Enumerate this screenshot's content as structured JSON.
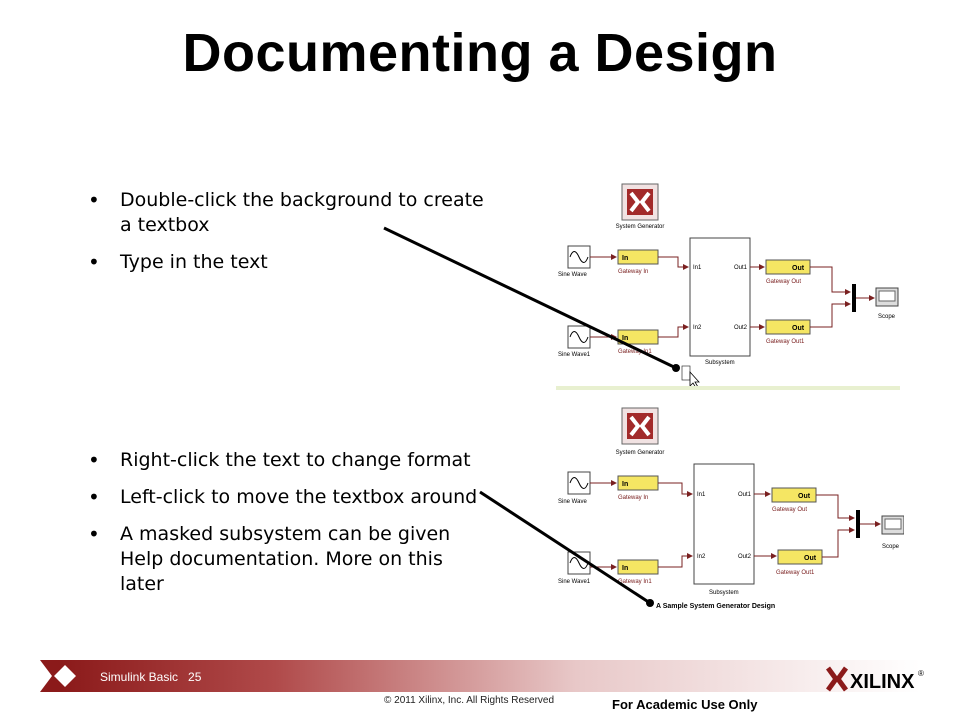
{
  "slide": {
    "title": "Documenting a Design",
    "bullets_top": [
      "Double-click the background to create a textbox",
      "Type in the text"
    ],
    "bullets_bottom": [
      "Right-click the text to change format",
      "Left-click to move the textbox around",
      "A masked subsystem can be given Help documentation. More on this later"
    ]
  },
  "diagram": {
    "system_generator": "System Generator",
    "sine_wave": "Sine Wave",
    "sine_wave1": "Sine Wave1",
    "gateway_in": "Gateway In",
    "gateway_in1": "Gateway In1",
    "in_block": "In",
    "out_block": "Out",
    "port_in1": "In1",
    "port_in2": "In2",
    "port_out1": "Out1",
    "port_out2": "Out2",
    "subsystem": "Subsystem",
    "gateway_out": "Gateway Out",
    "gateway_out1": "Gateway Out1",
    "scope": "Scope",
    "annotation": "A Sample System Generator Design"
  },
  "footer": {
    "course": "Simulink Basic",
    "page": "25",
    "copyright": "© 2011 Xilinx, Inc. All Rights Reserved",
    "academic": "For Academic Use Only",
    "logo_text": "XILINX",
    "logo_mark": "®"
  },
  "colors": {
    "accent": "#8b1a1a",
    "block_yellow": "#f5e663",
    "wire": "#7a2020"
  }
}
